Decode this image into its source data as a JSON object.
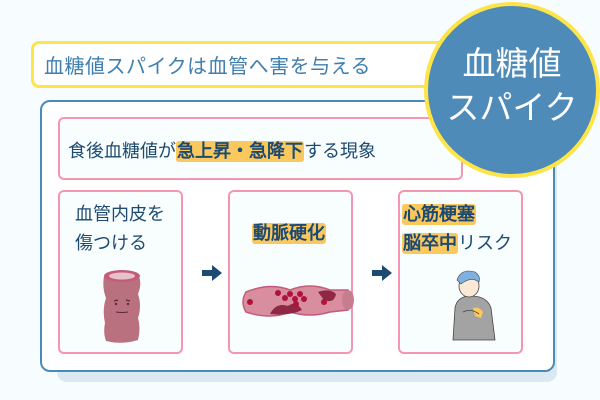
{
  "header": {
    "title": "血糖値スパイクは血管へ害を与える"
  },
  "badge": {
    "line1": "血糖値",
    "line2": "スパイク",
    "fill_color": "#4e8bb8",
    "border_color": "#fde448"
  },
  "definition": {
    "prefix": "食後血糖値が",
    "highlight": "急上昇・急降下",
    "suffix": "する現象"
  },
  "steps": [
    {
      "line1": "血管内皮を",
      "line2": "傷つける",
      "illustration": "damaged-blood-vessel-icon"
    },
    {
      "highlight": "動脈硬化",
      "illustration": "clogged-artery-icon"
    },
    {
      "highlight1": "心筋梗塞",
      "highlight2": "脳卒中",
      "suffix": "リスク",
      "illustration": "man-chest-pain-icon"
    }
  ],
  "colors": {
    "accent_yellow": "#fde448",
    "highlight": "#fbc85e",
    "frame_blue": "#4a8ab9",
    "card_pink": "#f596b1",
    "text_navy": "#1d4a72",
    "arrow": "#1d4a72"
  }
}
